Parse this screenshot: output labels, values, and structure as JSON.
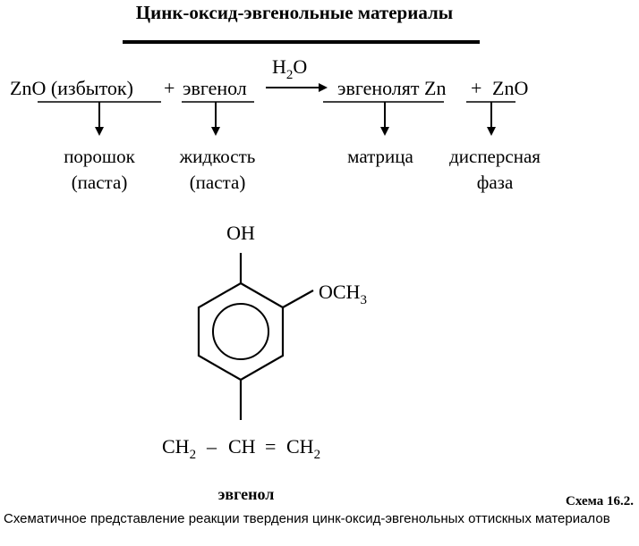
{
  "title": "Цинк-оксид-эвгенольные материалы",
  "reaction": {
    "reactant1": "ZnO (избыток)",
    "plus1": "+",
    "reactant2": "эвгенол",
    "catalyst": "H",
    "catalyst_sub": "2",
    "catalyst_tail": "O",
    "product1": "эвгенолят Zn",
    "plus2": "+",
    "product2": "ZnO"
  },
  "roles": {
    "zno_line1": "порошок",
    "zno_line2": "(паста)",
    "eugenol_line1": "жидкость",
    "eugenol_line2": "(паста)",
    "product1": "матрица",
    "product2_line1": "дисперсная",
    "product2_line2": "фаза"
  },
  "structure": {
    "oh": "OH",
    "och3_main": "OCH",
    "och3_sub": "3",
    "ch2a_main": "CH",
    "ch2a_sub": "2",
    "dash": "–",
    "ch": "CH",
    "eq": "=",
    "ch2b_main": "CH",
    "ch2b_sub": "2",
    "name": "эвгенол"
  },
  "scheme_label": "Схема 16.2.",
  "caption": "Схематичное представление реакции твердения цинк-оксид-эвгенольных оттискных материалов"
}
